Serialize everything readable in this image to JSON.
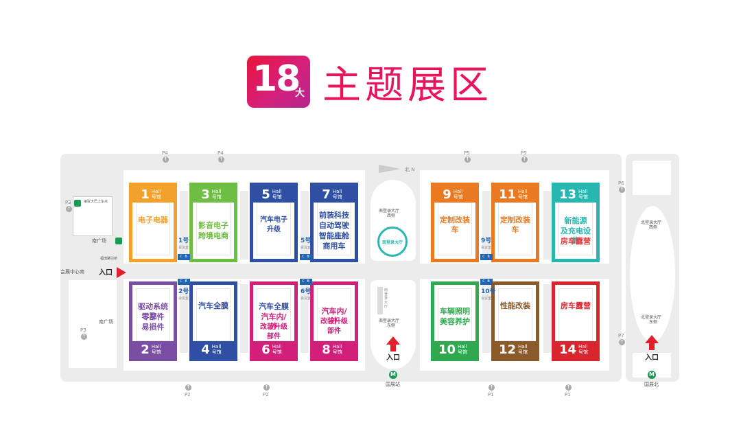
{
  "title": {
    "number": "18",
    "small": "大",
    "text": "主题展区"
  },
  "halls": [
    {
      "id": "h1",
      "num": "1",
      "label": "Hall 号馆",
      "color": "#f2a12b",
      "pos": "top",
      "zones": [
        "电子电器"
      ],
      "zoneColors": [
        "#f2a12b"
      ]
    },
    {
      "id": "h3",
      "num": "3",
      "label": "Hall 号馆",
      "color": "#6fbe44",
      "pos": "top",
      "zones": [
        "影音电子",
        "跨境电商"
      ],
      "zoneColors": [
        "#6fbe44",
        "#6fbe44"
      ]
    },
    {
      "id": "h5",
      "num": "5",
      "label": "Hall 号馆",
      "color": "#2f4fa2",
      "pos": "top",
      "zones": [
        "汽车电子升级"
      ],
      "zoneColors": [
        "#2f4fa2"
      ]
    },
    {
      "id": "h7",
      "num": "7",
      "label": "Hall 号馆",
      "color": "#2f4fa2",
      "pos": "top",
      "zones": [
        "前装科技",
        "自动驾驶",
        "智能座舱",
        "商用车"
      ],
      "zoneColors": [
        "#2f4fa2",
        "#2f4fa2",
        "#2f4fa2",
        "#2f4fa2"
      ]
    },
    {
      "id": "h9",
      "num": "9",
      "label": "Hall 号馆",
      "color": "#ea7a21",
      "pos": "top",
      "zones": [
        "定制改装车"
      ],
      "zoneColors": [
        "#ea7a21"
      ]
    },
    {
      "id": "h11",
      "num": "11",
      "label": "Hall 号馆",
      "color": "#ea7a21",
      "pos": "top",
      "zones": [
        "定制改装车"
      ],
      "zoneColors": [
        "#ea7a21"
      ]
    },
    {
      "id": "h13",
      "num": "13",
      "label": "Hall 号馆",
      "color": "#28b7b0",
      "pos": "top",
      "zones": [
        "新能源",
        "及充电设施",
        "房车露营"
      ],
      "zoneColors": [
        "#28b7b0",
        "#28b7b0",
        "#e63c3c"
      ]
    },
    {
      "id": "h2",
      "num": "2",
      "label": "Hall 号馆",
      "color": "#7a4ea3",
      "pos": "bottom",
      "zones": [
        "驱动系统及",
        "零部件",
        "易损件"
      ],
      "zoneColors": [
        "#7a4ea3",
        "#7a4ea3",
        "#7a4ea3"
      ]
    },
    {
      "id": "h4",
      "num": "4",
      "label": "Hall 号馆",
      "color": "#2f4fa2",
      "pos": "bottom",
      "zones": [
        "汽车全膜"
      ],
      "zoneColors": [
        "#2f4fa2"
      ]
    },
    {
      "id": "h6",
      "num": "6",
      "label": "Hall 号馆",
      "color": "#d21f7a",
      "pos": "bottom",
      "zones": [
        "汽车全膜",
        "汽车内/外",
        "改装升级部件"
      ],
      "zoneColors": [
        "#2f4fa2",
        "#d21f7a",
        "#d21f7a"
      ]
    },
    {
      "id": "h8",
      "num": "8",
      "label": "Hall 号馆",
      "color": "#d21f7a",
      "pos": "bottom",
      "zones": [
        "汽车内/外",
        "改装升级部件"
      ],
      "zoneColors": [
        "#d21f7a",
        "#d21f7a"
      ]
    },
    {
      "id": "h10",
      "num": "10",
      "label": "Hall 号馆",
      "color": "#2fa84f",
      "pos": "bottom",
      "zones": [
        "车辆照明",
        "美容养护"
      ],
      "zoneColors": [
        "#2fa84f",
        "#2fa84f"
      ]
    },
    {
      "id": "h12",
      "num": "12",
      "label": "Hall 号馆",
      "color": "#8a5a2b",
      "pos": "bottom",
      "zones": [
        "性能改装"
      ],
      "zoneColors": [
        "#8a5a2b"
      ]
    },
    {
      "id": "h14",
      "num": "14",
      "label": "Hall 号馆",
      "color": "#d8262e",
      "pos": "bottom",
      "zones": [
        "房车露营"
      ],
      "zoneColors": [
        "#d8262e"
      ]
    }
  ],
  "labels": {
    "plaza_south": "南广场",
    "plaza_south2": "南广场",
    "entrance_main": "入口",
    "entrance_area": "会展中心南",
    "entrance_south": "入口",
    "entrance_north": "入口",
    "station_south": "国展站",
    "station_north": "国展北",
    "lobby_south": "南登录大厅",
    "lobby_south_w": "南登录大厅",
    "lobby_south_w2": "西侧",
    "lobby_south_e2": "东侧",
    "lobby_north_w": "北登录大厅",
    "lobby_north_w2": "西侧",
    "lobby_north_e": "北登录大厅",
    "lobby_north_e2": "东侧",
    "hall_round": "南登录大厅",
    "bus": "接驳大巴上车点",
    "north": "北 N",
    "link": "南登录大厅",
    "link2": "连廊",
    "ramp": "福田路引桥"
  },
  "connectors": [
    {
      "num": "1号",
      "sub": "会议室"
    },
    {
      "num": "2号",
      "sub": "会议室"
    },
    {
      "num": "5号",
      "sub": "会议室"
    },
    {
      "num": "6号",
      "sub": "会议室"
    },
    {
      "num": "9号",
      "sub": "会议室"
    },
    {
      "num": "10号",
      "sub": "会议室"
    }
  ],
  "parking": [
    "P4",
    "P4",
    "P5",
    "P5",
    "P6",
    "P3",
    "P3",
    "P2",
    "P2",
    "P1",
    "P1",
    "P7"
  ],
  "cba": "C B A"
}
